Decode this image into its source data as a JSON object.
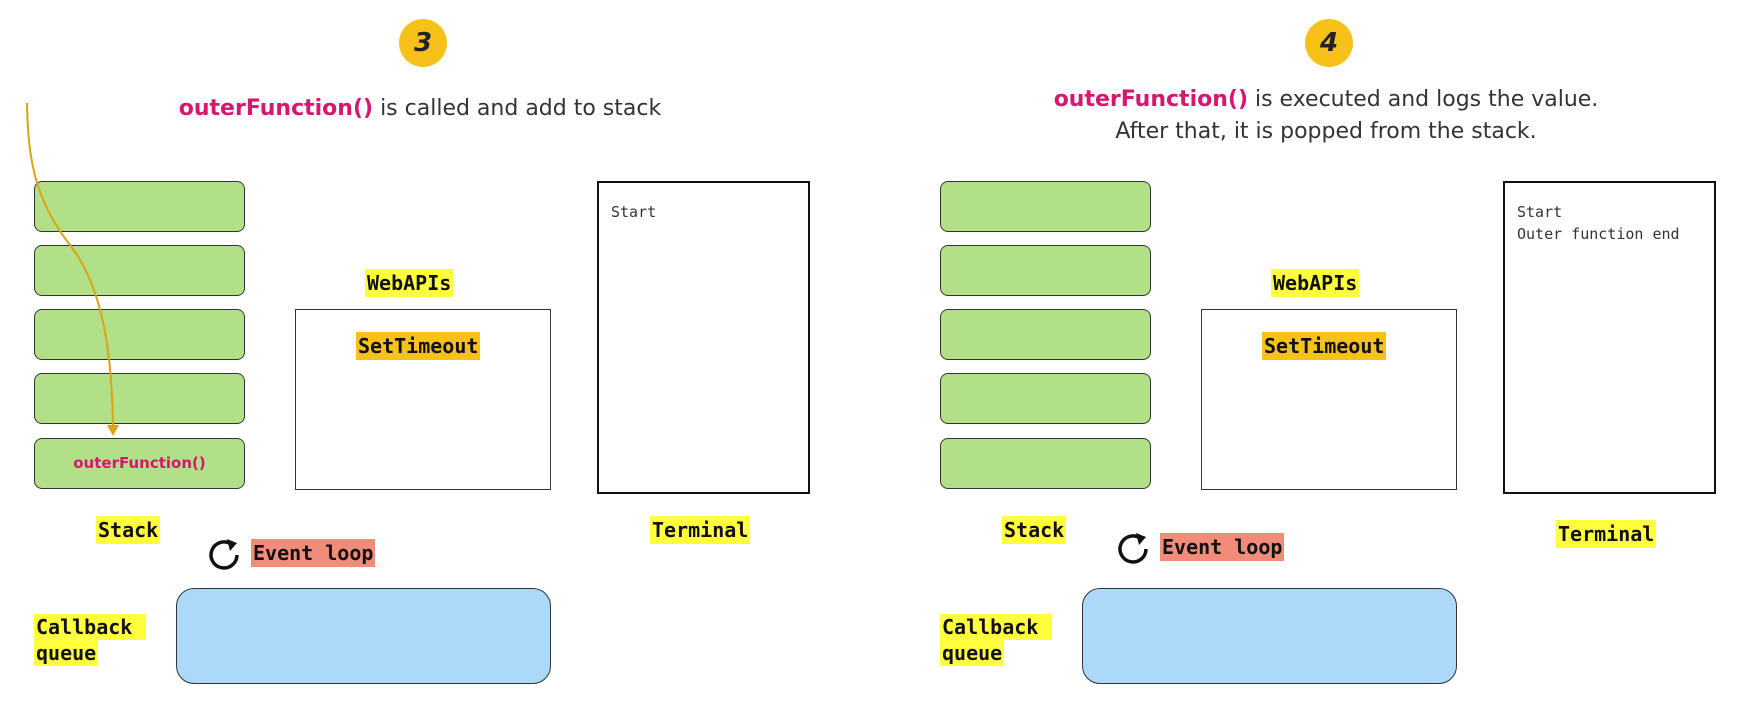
{
  "panels": [
    {
      "step": "3",
      "caption": {
        "highlight": "outerFunction()",
        "text": " is called and add to stack",
        "line2": ""
      },
      "stack": {
        "label": "Stack",
        "slots": [
          "",
          "",
          "",
          "",
          "outerFunction()"
        ]
      },
      "webapis": {
        "label": "WebAPIs",
        "item": "SetTimeout"
      },
      "terminal": {
        "label": "Terminal",
        "lines": [
          "Start"
        ]
      },
      "event_loop": {
        "label": "Event loop",
        "icon": "refresh-icon"
      },
      "callback_queue": {
        "label_line1": "Callback",
        "label_line2": "queue"
      }
    },
    {
      "step": "4",
      "caption": {
        "highlight": "outerFunction()",
        "text": " is executed and logs the value.",
        "line2": "After that, it is popped from the stack."
      },
      "stack": {
        "label": "Stack",
        "slots": [
          "",
          "",
          "",
          "",
          ""
        ]
      },
      "webapis": {
        "label": "WebAPIs",
        "item": "SetTimeout"
      },
      "terminal": {
        "label": "Terminal",
        "lines": [
          "Start",
          "Outer function end"
        ]
      },
      "event_loop": {
        "label": "Event loop",
        "icon": "refresh-icon"
      },
      "callback_queue": {
        "label_line1": "Callback",
        "label_line2": "queue"
      }
    }
  ],
  "colors": {
    "badge": "#f6c21a",
    "highlight_text": "#d6176f",
    "stack_slot": "#b2e088",
    "callback_queue": "#acd8f9",
    "label_highlight": "#ffff3d",
    "event_loop_highlight": "#f28c7a",
    "arrow": "#d9a514"
  }
}
